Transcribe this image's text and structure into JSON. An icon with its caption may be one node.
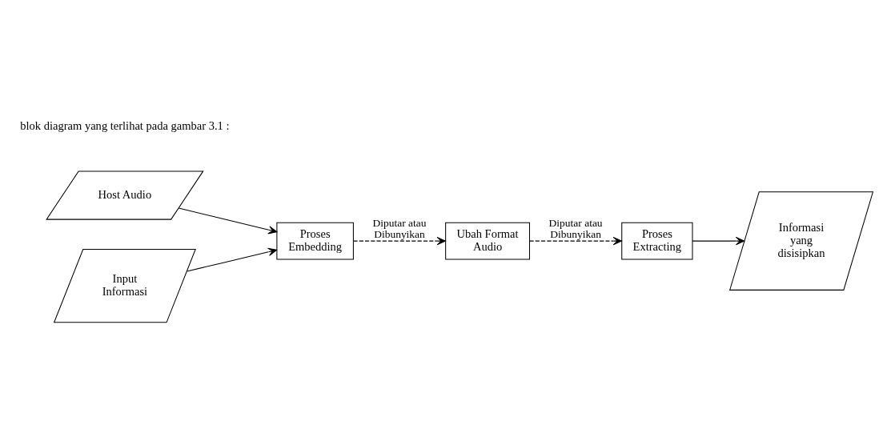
{
  "diagram": {
    "nodes": [
      {
        "text": [
          "Host Audio"
        ]
      },
      {
        "text": [
          "Input Informasi"
        ]
      },
      {
        "text": [
          "Proses Embedding"
        ]
      },
      {
        "text": [
          "Ubah Format Audio"
        ]
      },
      {
        "text": [
          "Proses Extracting"
        ]
      },
      {
        "text": [
          "Informasi yang disisipkan"
        ]
      }
    ],
    "edges": [
      {
        "from": 0,
        "to": 2,
        "arrow": "to"
      },
      {
        "from": 1,
        "to": 2,
        "arrow": "to"
      },
      {
        "from": 2,
        "to": 3,
        "arrow": "to",
        "style": "dashed",
        "label": "Diputar atau Dibunyikan"
      },
      {
        "from": 3,
        "to": 4,
        "arrow": "to",
        "style": "dashed",
        "label": "Diputar atau Dibunyikan"
      },
      {
        "from": 4,
        "to": 5,
        "arrow": "to"
      }
    ],
    "labels": [
      "blok diagram yang terlihat pada gambar 3.1 :"
    ]
  }
}
